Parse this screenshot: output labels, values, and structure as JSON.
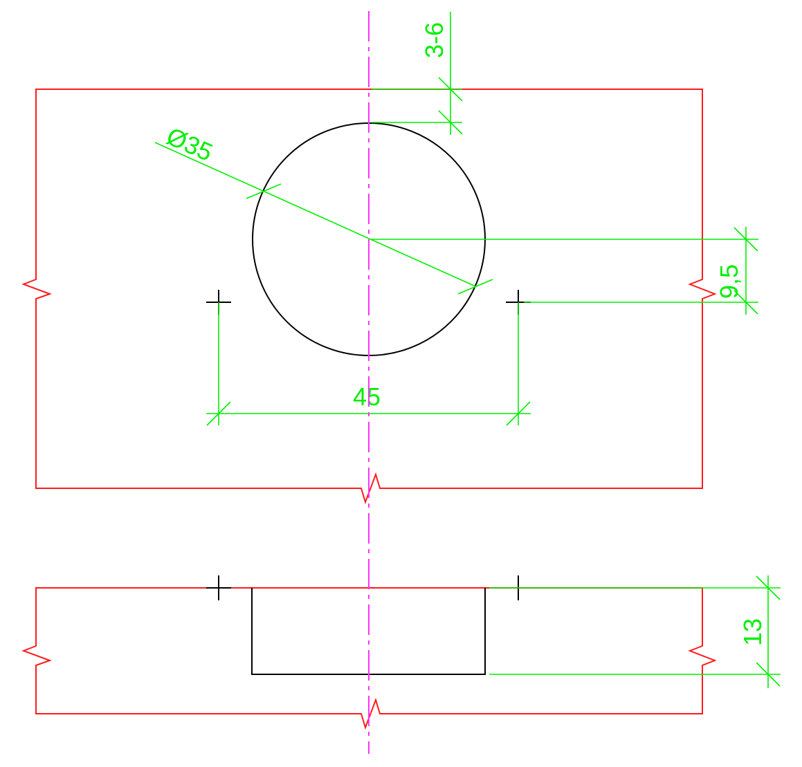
{
  "colors": {
    "outline": "#ff1a1a",
    "part": "#000000",
    "dimension": "#00ee00",
    "centerline": "#ff33ff",
    "background": "#ffffff"
  },
  "dimensions": {
    "diameter": "Ø35",
    "edge_distance": "3-6",
    "hole_spacing": "45",
    "offset": "9,5",
    "depth": "13"
  }
}
